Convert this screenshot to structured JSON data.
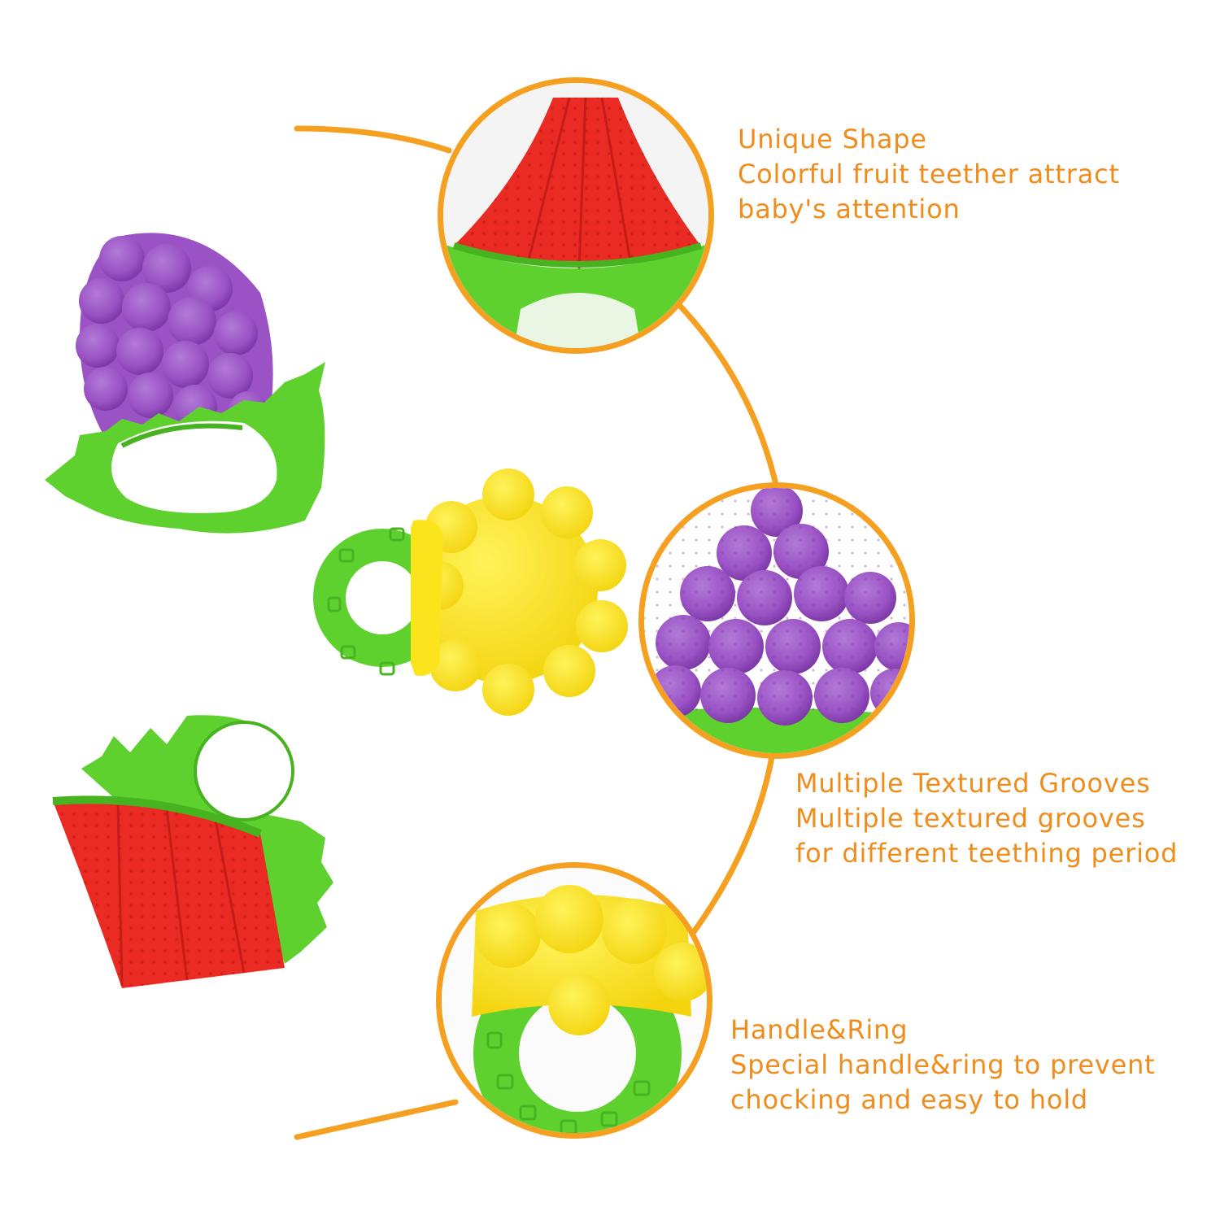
{
  "colors": {
    "accent": "#f5a020",
    "caption_text": "#f08c1c",
    "teether_green": "#5ed12f",
    "teether_purple": "#9a52c4",
    "teether_red": "#ea2b23",
    "teether_yellow": "#fbe41c"
  },
  "features": [
    {
      "title": "Unique Shape",
      "desc_line1": "Colorful fruit teether attract",
      "desc_line2": "baby's attention",
      "icon": "watermelon-closeup"
    },
    {
      "title": "Multiple Textured Grooves",
      "desc_line1": "Multiple textured grooves",
      "desc_line2": "for different teething period",
      "icon": "grape-closeup"
    },
    {
      "title": "Handle&Ring",
      "desc_line1": "Special handle&ring to prevent",
      "desc_line2": "chocking and easy to hold",
      "icon": "flower-ring-closeup"
    }
  ],
  "products": [
    {
      "icon": "grape-teether-icon"
    },
    {
      "icon": "flower-teether-icon"
    },
    {
      "icon": "watermelon-teether-icon"
    }
  ]
}
